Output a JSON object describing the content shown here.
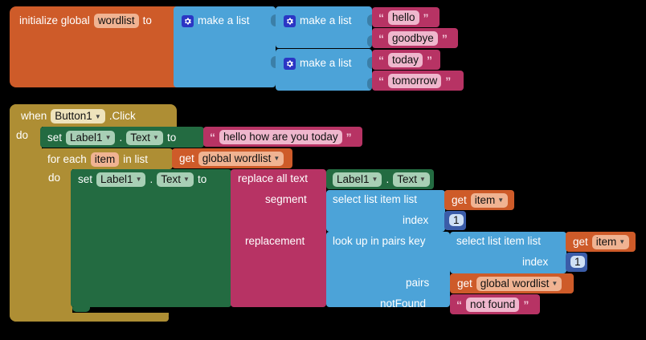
{
  "app": {
    "name": "MIT App Inventor Blocks Editor",
    "canvas_background": "#000000"
  },
  "colors": {
    "variable_orange": "#ce5b29",
    "list_blue": "#4ca3d8",
    "text_pink": "#b73364",
    "event_gold": "#ae8e34",
    "setter_green": "#236b41",
    "number_blue": "#3b5ca8"
  },
  "global_init": {
    "keyword": "initialize global",
    "name": "wordlist",
    "to_label": "to",
    "outer_list": {
      "mutator_icon": "gear-icon",
      "label": "make a list",
      "items": [
        {
          "kind": "list",
          "mutator_icon": "gear-icon",
          "label": "make a list",
          "items": [
            {
              "kind": "text",
              "value": "hello"
            },
            {
              "kind": "text",
              "value": "goodbye"
            }
          ]
        },
        {
          "kind": "list",
          "mutator_icon": "gear-icon",
          "label": "make a list",
          "items": [
            {
              "kind": "text",
              "value": "today"
            },
            {
              "kind": "text",
              "value": "tomorrow"
            }
          ]
        }
      ]
    }
  },
  "event": {
    "when_label": "when",
    "component": "Button1",
    "event_name": ".Click",
    "do_label": "do",
    "set_label_text": {
      "set_label": "set",
      "component": "Label1",
      "dot": ".",
      "property": "Text",
      "to_label": "to",
      "value_text": "hello how are you today"
    },
    "for_each": {
      "for_each_label": "for each",
      "loop_var": "item",
      "in_list_label": "in list",
      "list_getter": {
        "get_label": "get",
        "variable": "global wordlist"
      },
      "do_label": "do",
      "body": {
        "set_label": "set",
        "component": "Label1",
        "dot": ".",
        "property": "Text",
        "to_label": "to",
        "replace_all_text": {
          "label": "replace all text",
          "text_socket": {
            "component": "Label1",
            "dot": ".",
            "property": "Text"
          },
          "segment_label": "segment",
          "segment": {
            "label": "select list item  list",
            "list_getter": {
              "get_label": "get",
              "variable": "item"
            },
            "index_label": "index",
            "index_value": "1"
          },
          "replacement_label": "replacement",
          "replacement": {
            "label": "look up in pairs  key",
            "key": {
              "label": "select list item  list",
              "list_getter": {
                "get_label": "get",
                "variable": "item"
              },
              "index_label": "index",
              "index_value": "1"
            },
            "pairs_label": "pairs",
            "pairs_getter": {
              "get_label": "get",
              "variable": "global wordlist"
            },
            "not_found_label": "notFound",
            "not_found_value": "not found"
          }
        }
      }
    }
  }
}
